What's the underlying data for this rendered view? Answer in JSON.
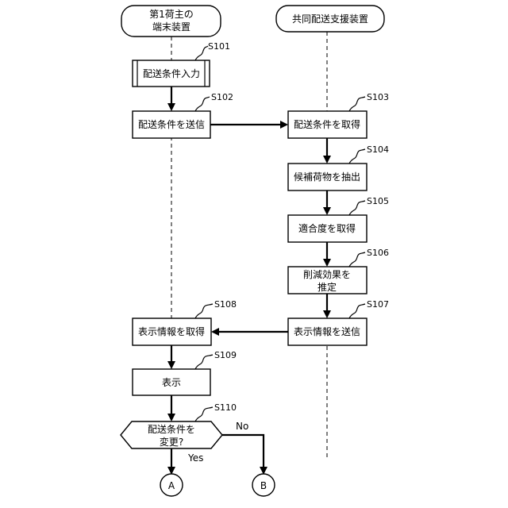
{
  "lanes": {
    "left": [
      "第1荷主の",
      "端末装置"
    ],
    "right": "共同配送支援装置"
  },
  "steps": [
    {
      "id": "S101",
      "lines": [
        "配送条件入力"
      ]
    },
    {
      "id": "S102",
      "lines": [
        "配送条件を送信"
      ]
    },
    {
      "id": "S103",
      "lines": [
        "配送条件を取得"
      ]
    },
    {
      "id": "S104",
      "lines": [
        "候補荷物を抽出"
      ]
    },
    {
      "id": "S105",
      "lines": [
        "適合度を取得"
      ]
    },
    {
      "id": "S106",
      "lines": [
        "削減効果を",
        "推定"
      ]
    },
    {
      "id": "S107",
      "lines": [
        "表示情報を送信"
      ]
    },
    {
      "id": "S108",
      "lines": [
        "表示情報を取得"
      ]
    },
    {
      "id": "S109",
      "lines": [
        "表示"
      ]
    },
    {
      "id": "S110",
      "lines": [
        "配送条件を",
        "変更?"
      ]
    }
  ],
  "branches": {
    "yes": "Yes",
    "no": "No"
  },
  "connectors": {
    "a": "A",
    "b": "B"
  }
}
